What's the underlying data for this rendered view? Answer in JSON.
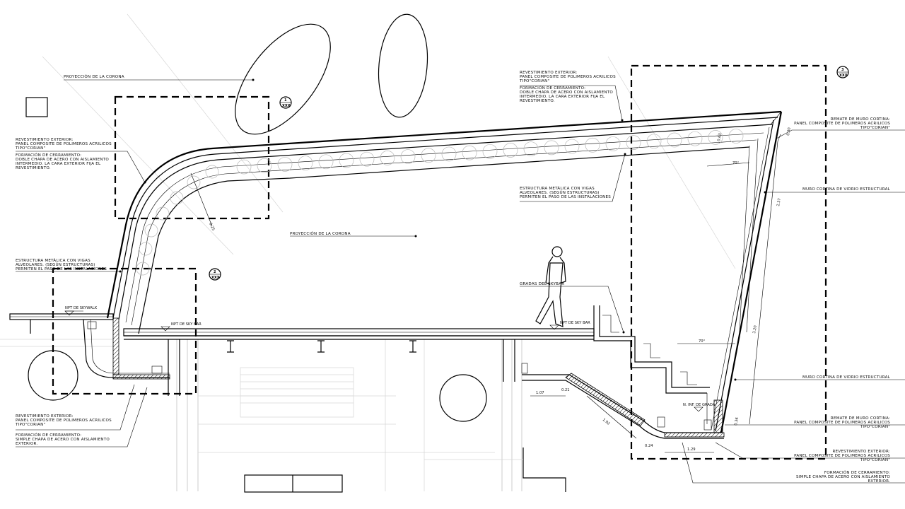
{
  "notes": {
    "proyeccion_top": "PROYECCIÓN DE LA CORONA",
    "proyeccion_mid": "PROYECCIÓN DE LA CORONA",
    "rev_left_1": "REVESTIMIENTO EXTERIOR:",
    "rev_left_2": "PANEL COMPOSITE DE POLIMEROS ACRILICOS",
    "rev_left_3": "TIPO\"CORIAN\"",
    "form_left_1": "FORMACIÓN DE CERRAMIENTO:",
    "form_left_2": "DOBLE CHAPA DE ACERO CON AISLAMIENTO",
    "form_left_3": "INTERMEDIO. LA CARA EXTERIOR FIJA EL",
    "form_left_4": "REVESTIMIENTO.",
    "est_left_1": "ESTRUCTURA METÁLICA CON VIGAS",
    "est_left_2": "ALVEOLARES. (SEGÚN ESTRUCTURAS)",
    "est_left_3": "PERMITEN EL PASO DE LAS INSTALACIONES",
    "rev_bl_1": "REVESTIMIENTO EXTERIOR:",
    "rev_bl_2": "PANEL COMPOSITE DE POLIMEROS ACRILICOS",
    "rev_bl_3": "TIPO\"CORIAN\"",
    "form_bl_1": "FORMACIÓN DE CERRAMIENTO:",
    "form_bl_2": "SIMPLE CHAPA DE ACERO CON AISLAMIENTO",
    "form_bl_3": "EXTERIOR.",
    "rev_top_1": "REVESTIMIENTO EXTERIOR:",
    "rev_top_2": "PANEL COMPOSITE DE POLIMEROS ACRILICOS",
    "rev_top_3": "TIPO\"CORIAN\"",
    "form_top_1": "FORMACIÓN DE CERRAMIENTO:",
    "form_top_2": "DOBLE CHAPA DE ACERO CON AISLAMIENTO",
    "form_top_3": "INTERMEDIO. LA CARA EXTERIOR FIJA EL",
    "form_top_4": "REVESTIMIENTO.",
    "est_mid_1": "ESTRUCTURA METÁLICA CON VIGAS",
    "est_mid_2": "ALVEOLARES. (SEGÚN ESTRUCTURAS)",
    "est_mid_3": "PERMITEN EL PASO DE LAS INSTALACIONES",
    "gradas": "GRADAS DEL SKYBAR",
    "remate_top_1": "REMATE DE MURO CORTINA:",
    "remate_top_2": "PANEL COMPOSITE DE POLIMEROS ACRILICOS",
    "remate_top_3": "TIPO\"CORIAN\"",
    "muro_1": "MURO CORTINA DE VIDRIO ESTRUCTURAL",
    "muro_2": "MURO CORTINA DE VIDRIO ESTRUCTURAL",
    "remate_bot_1": "REMATE DE MURO CORTINA:",
    "remate_bot_2": "PANEL COMPOSITE DE POLIMEROS ACRILICOS",
    "remate_bot_3": "TIPO\"CORIAN\"",
    "rev_br_1": "REVESTIMIENTO EXTERIOR:",
    "rev_br_2": "PANEL COMPOSITE DE POLIMEROS ACRILICOS",
    "rev_br_3": "TIPO\"CORIAN\"",
    "form_br_1": "FORMACIÓN DE CERRAMIENTO:",
    "form_br_2": "SIMPLE CHAPA DE ACERO CON AISLAMIENTO",
    "form_br_3": "EXTERIOR."
  },
  "levels": {
    "skywalk": "NPT DE SKYWALK",
    "skybar": "NPT DE SKY BAR",
    "skybar2": "NPT DE SKY BAR",
    "grada": "N. INF. DE GRADA"
  },
  "details": {
    "d1_num": "1",
    "d2_num": "2",
    "d3_num": "3",
    "sheet": "XXX"
  },
  "dims": {
    "r1": "0.25",
    "d_063": "0.63",
    "d_030": "0.30",
    "d_237": "2.37",
    "d_320": "3.20",
    "d_036": "0.36",
    "d_107": "1.07",
    "d_021": "0.21",
    "d_192": "1.92",
    "d_024": "0.24",
    "d_129": "1.29",
    "a_70": "70°",
    "a_70b": "70°"
  }
}
